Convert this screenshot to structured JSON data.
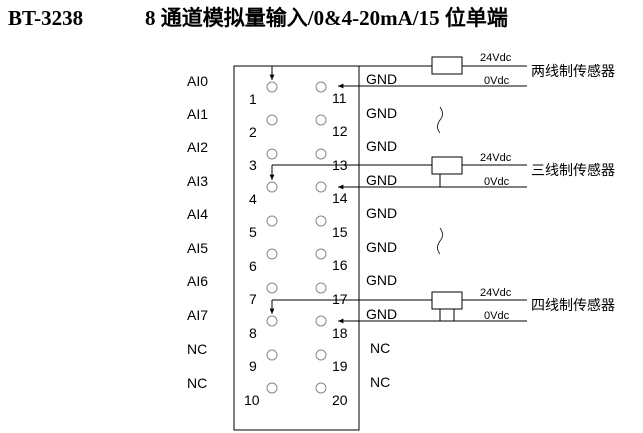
{
  "header": {
    "model": "BT-3238",
    "description": "8 通道模拟量输入/0&4-20mA/15 位单端"
  },
  "channels_left": [
    {
      "label": "AI0"
    },
    {
      "label": "AI1"
    },
    {
      "label": "AI2"
    },
    {
      "label": "AI3"
    },
    {
      "label": "AI4"
    },
    {
      "label": "AI5"
    },
    {
      "label": "AI6"
    },
    {
      "label": "AI7"
    },
    {
      "label": "NC"
    },
    {
      "label": "NC"
    }
  ],
  "channels_right": [
    {
      "label": "GND"
    },
    {
      "label": "GND"
    },
    {
      "label": "GND"
    },
    {
      "label": "GND"
    },
    {
      "label": "GND"
    },
    {
      "label": "GND"
    },
    {
      "label": "GND"
    },
    {
      "label": "GND"
    },
    {
      "label": "NC"
    },
    {
      "label": "NC"
    }
  ],
  "pins_left": [
    "1",
    "2",
    "3",
    "4",
    "5",
    "6",
    "7",
    "8",
    "9",
    "10"
  ],
  "pins_right": [
    "11",
    "12",
    "13",
    "14",
    "15",
    "16",
    "17",
    "18",
    "19",
    "20"
  ],
  "sensors": [
    {
      "name": "两线制传感器",
      "v_plus": "24Vdc",
      "v_zero": "0Vdc"
    },
    {
      "name": "三线制传感器",
      "v_plus": "24Vdc",
      "v_zero": "0Vdc"
    },
    {
      "name": "四线制传感器",
      "v_plus": "24Vdc",
      "v_zero": "0Vdc"
    }
  ],
  "colors": {
    "line": "#000000",
    "terminal": "#888888",
    "background": "#ffffff"
  }
}
